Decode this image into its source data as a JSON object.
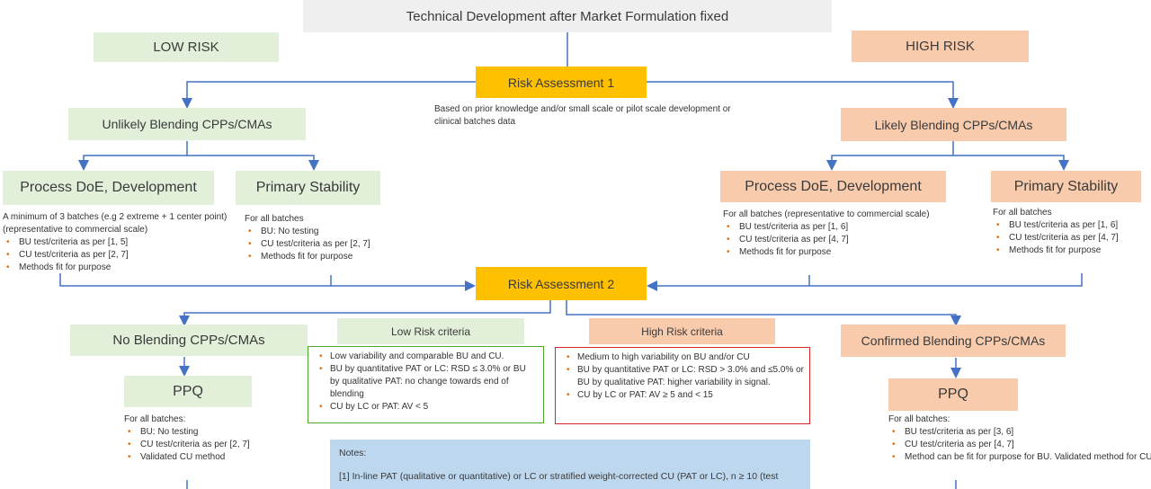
{
  "title": "Technical Development after Market Formulation fixed",
  "low_risk_label": "LOW RISK",
  "high_risk_label": "HIGH RISK",
  "risk_assessment_1": "Risk Assessment 1",
  "ra1_note": "Based on prior knowledge and/or small scale or pilot scale development or clinical batches data",
  "risk_assessment_2": "Risk Assessment 2",
  "left": {
    "branch": "Unlikely Blending CPPs/CMAs",
    "doe_title": "Process DoE, Development",
    "doe_intro_1": "A minimum of 3 batches (e.g 2 extreme + 1 center point)",
    "doe_intro_2": "(representative to commercial scale)",
    "doe_items": [
      "BU test/criteria as per [1, 5]",
      "CU test/criteria as per [2, 7]",
      "Methods fit for purpose"
    ],
    "stab_title": "Primary Stability",
    "stab_intro": "For all batches",
    "stab_items": [
      "BU: No testing",
      "CU test/criteria as per [2, 7]",
      "Methods fit for purpose"
    ]
  },
  "right": {
    "branch": "Likely Blending CPPs/CMAs",
    "doe_title": "Process DoE, Development",
    "doe_intro": "For all batches (representative to commercial scale)",
    "doe_items": [
      "BU test/criteria as per [1, 6]",
      "CU test/criteria as per [4, 7]",
      "Methods fit for purpose"
    ],
    "stab_title": "Primary Stability",
    "stab_intro": "For all batches",
    "stab_items": [
      "BU test/criteria as per [1, 6]",
      "CU test/criteria as per [4, 7]",
      "Methods fit for purpose"
    ]
  },
  "bottom_left": {
    "branch": "No Blending CPPs/CMAs",
    "ppq": "PPQ",
    "intro": "For all batches:",
    "items": [
      "BU: No testing",
      "CU test/criteria as per [2, 7]",
      "Validated CU method"
    ]
  },
  "bottom_right": {
    "branch": "Confirmed Blending CPPs/CMAs",
    "ppq": "PPQ",
    "intro": "For all batches:",
    "items": [
      "BU test/criteria as per [3, 6]",
      "CU test/criteria as per [4, 7]",
      "Method can be fit for purpose for BU. Validated method for CU"
    ]
  },
  "low_risk_criteria": {
    "title": "Low Risk criteria",
    "items": [
      "Low variability and comparable BU and CU.",
      "BU by quantitative PAT or LC: RSD ≤ 3.0% or BU by qualitative PAT: no change towards end of blending",
      "CU by LC or PAT: AV < 5"
    ]
  },
  "high_risk_criteria": {
    "title": "High Risk criteria",
    "items": [
      "Medium to high variability on BU and/or CU",
      "BU by quantitative PAT or LC: RSD > 3.0% and ≤5.0% or BU by qualitative PAT: higher variability in signal.",
      "CU by LC or PAT: AV ≥ 5 and < 15"
    ]
  },
  "notes": {
    "heading": "Notes:",
    "line1": "[1] In-line PAT (qualitative or quantitative) or LC or stratified weight-corrected CU (PAT or LC), n ≥ 10 (test"
  },
  "colors": {
    "green": "#e2efd9",
    "orange": "#f8cbad",
    "gold": "#ffc000",
    "grey": "#efefef",
    "blue": "#bdd7ee",
    "arrow": "#4472c4",
    "green_border": "#4ea72e",
    "red_border": "#d9262b"
  }
}
